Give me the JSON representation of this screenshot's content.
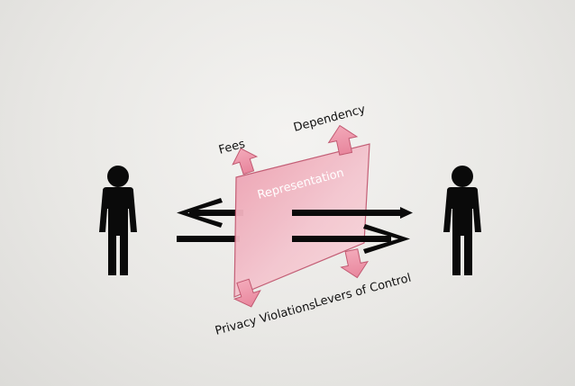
{
  "diagram": {
    "representation_label": "Representation",
    "labels": {
      "fees": "Fees",
      "dependency": "Dependency",
      "privacy_violations": "Privacy Violations",
      "levers_of_control": "Levers of Control"
    },
    "colors": {
      "box_fill": "#f2bcc7",
      "box_stroke": "#c25a72",
      "arrow_fill": "#ee97ab",
      "arrow_stroke": "#c25a72",
      "person": "#0a0a0a",
      "flow_arrow": "#0a0a0a"
    },
    "icons": [
      "person-icon",
      "person-icon"
    ]
  }
}
